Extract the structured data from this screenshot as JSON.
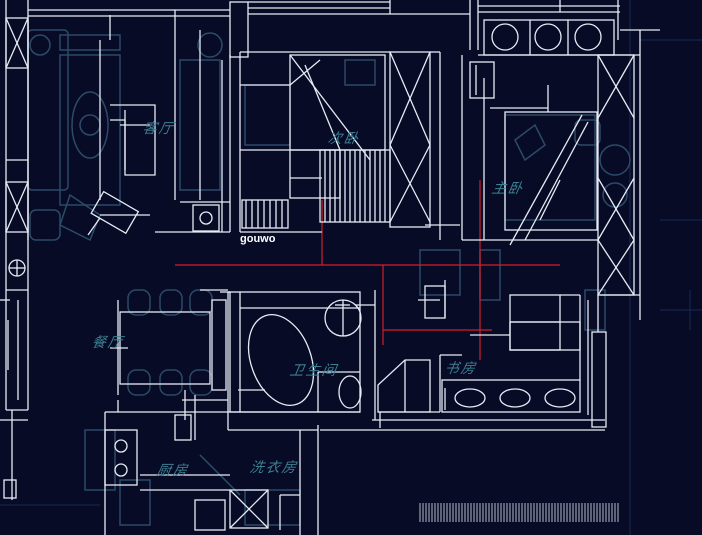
{
  "watermark": "gouwo",
  "rooms": {
    "living": "客厅",
    "study": "次卧",
    "master": "主卧",
    "dining": "餐厅",
    "bathroom": "卫生间",
    "study2": "书房",
    "kitchen": "厨房",
    "laundry": "洗衣房"
  },
  "colors": {
    "background": "#070b26",
    "wall": "#e6ecf4",
    "furniture": "#2c4b68",
    "label": "#3c7f93",
    "pipe": "#d21e2a"
  }
}
